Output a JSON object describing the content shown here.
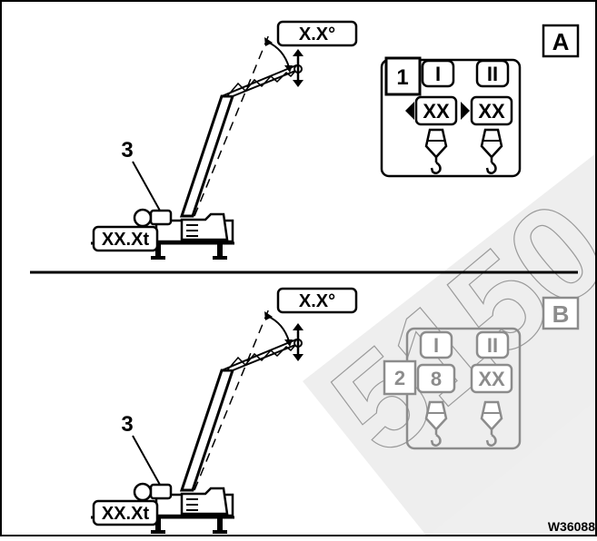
{
  "panel_a": {
    "label": "A",
    "angle": "X.X°",
    "load": "XX.Xt",
    "callout": "3",
    "step": "1",
    "hook_1": {
      "roman": "I",
      "value": "XX"
    },
    "hook_2": {
      "roman": "II",
      "value": "XX"
    }
  },
  "panel_b": {
    "label": "B",
    "angle": "X.X°",
    "load": "XX.Xt",
    "callout": "3",
    "step": "2",
    "hook_1": {
      "roman": "I",
      "value": "8"
    },
    "hook_2": {
      "roman": "II",
      "value": "XX"
    }
  },
  "watermark": "5150",
  "figure_id": "W36088",
  "colors": {
    "line": "#000000",
    "inactive": "#8c8c8c",
    "watermark": "#e6e6e6"
  }
}
